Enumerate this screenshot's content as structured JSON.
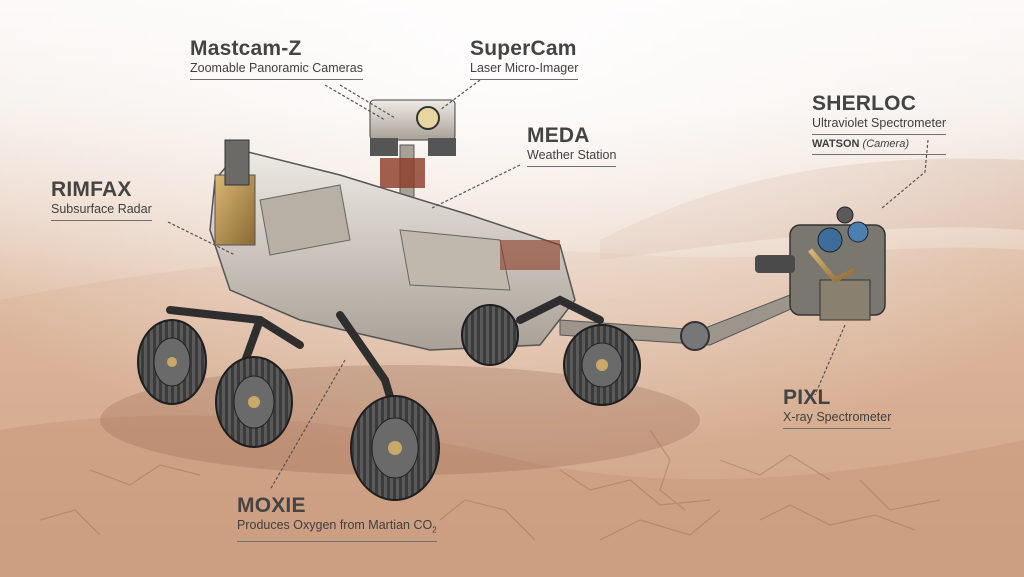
{
  "instruments": {
    "mastcam": {
      "name": "Mastcam-Z",
      "desc": "Zoomable Panoramic Cameras"
    },
    "supercam": {
      "name": "SuperCam",
      "desc": "Laser Micro-Imager"
    },
    "meda": {
      "name": "MEDA",
      "desc": "Weather Station"
    },
    "sherloc": {
      "name": "SHERLOC",
      "desc": "Ultraviolet Spectrometer",
      "watson": "WATSON",
      "watson_note": "(Camera)"
    },
    "rimfax": {
      "name": "RIMFAX",
      "desc": "Subsurface Radar"
    },
    "pixl": {
      "name": "PIXL",
      "desc": "X-ray Spectrometer"
    },
    "moxie": {
      "name": "MOXIE",
      "desc": "Produces Oxygen from Martian CO",
      "desc_sub": "2"
    }
  },
  "colors": {
    "label_text": "#444444",
    "leader_line": "#555555",
    "rover_body": "#cfc6b8",
    "wheel": "#3a3a3a"
  }
}
